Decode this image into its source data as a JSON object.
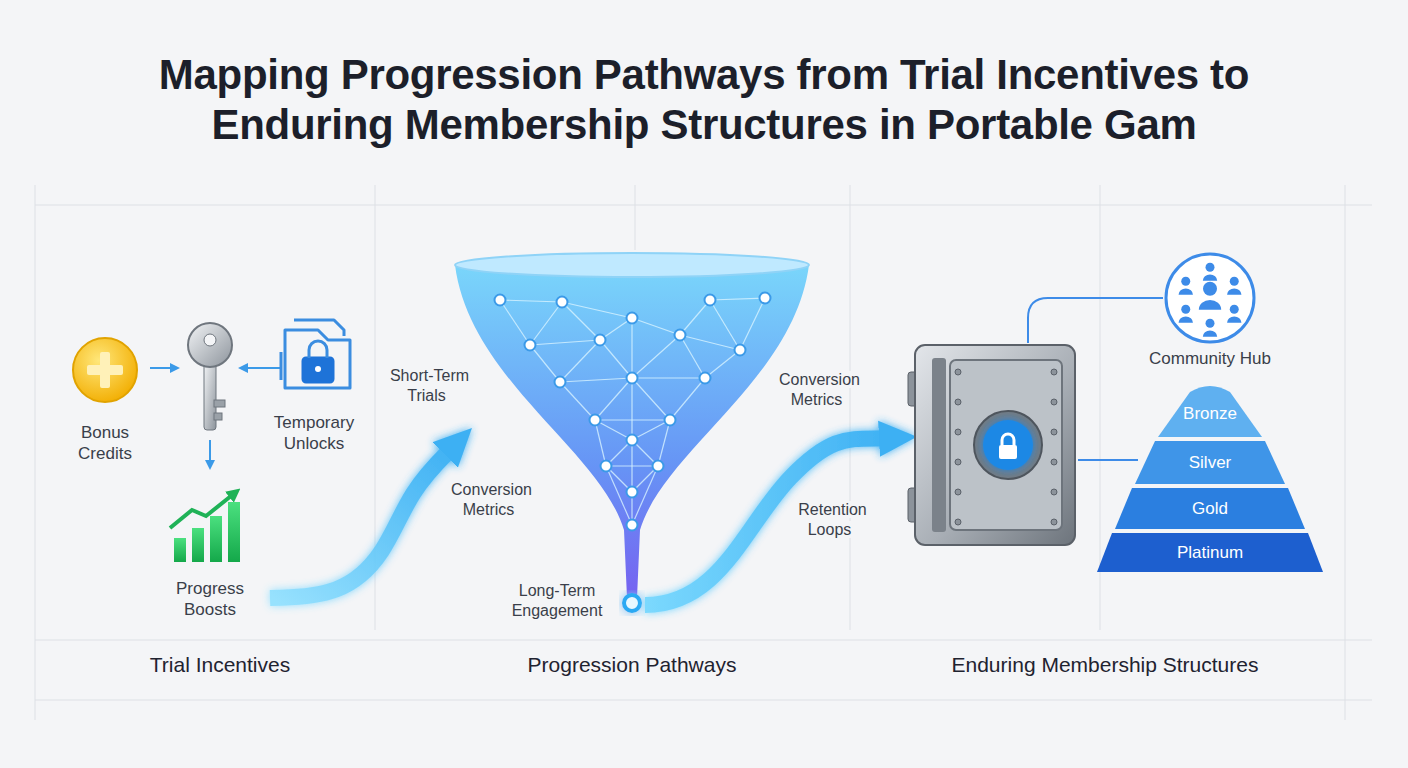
{
  "diagram": {
    "title": "Mapping Progression Pathways from Trial Incentives to Enduring Membership Structures in Portable Gam",
    "nodes": [
      {
        "text": [
          "Bonus Credits"
        ]
      },
      {
        "text": [
          "Temporary Unlocks"
        ]
      },
      {
        "text": [
          "Progress Boosts"
        ]
      },
      {
        "text": [
          "Long-Term Engagement"
        ]
      },
      {
        "text": [
          "Community Hub"
        ]
      },
      {
        "text": [
          "Bronze"
        ]
      },
      {
        "text": [
          "Silver"
        ]
      },
      {
        "text": [
          "Gold"
        ]
      },
      {
        "text": [
          "Platinum"
        ]
      }
    ],
    "edges": [
      {
        "from": 2,
        "to": 3,
        "arrow": "to"
      }
    ],
    "labels": [
      "Short-Term Trials",
      "Conversion Metrics",
      "Conversion Metrics",
      "Retention Loops",
      "Trial Incentives",
      "Progression Pathways",
      "Enduring Membership Structures"
    ]
  }
}
